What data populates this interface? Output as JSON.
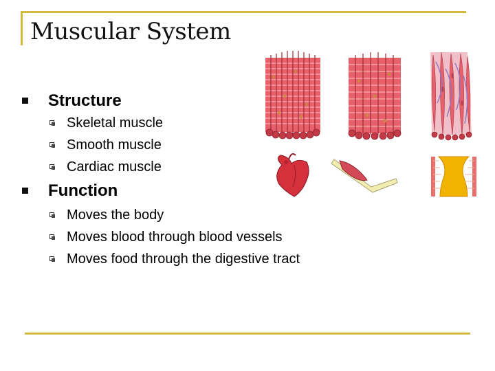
{
  "title": "Muscular System",
  "structure": {
    "heading": "Structure",
    "items": [
      "Skeletal muscle",
      "Smooth muscle",
      "Cardiac  muscle"
    ]
  },
  "function": {
    "heading": "Function",
    "items": [
      "Moves the body",
      "Moves blood through blood vessels",
      "Moves food through the digestive tract"
    ]
  },
  "colors": {
    "frame": "#d4ba3c",
    "muscle": "#e8606a",
    "muscle_dark": "#b83a44"
  }
}
